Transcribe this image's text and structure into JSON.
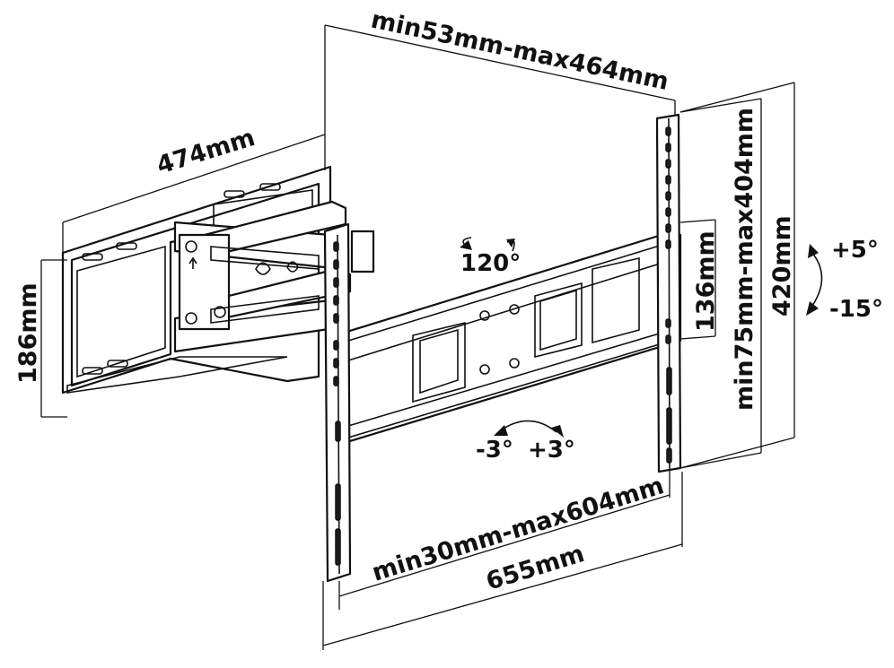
{
  "dimensions": {
    "top_width_range": "min53mm-max464mm",
    "arm_length": "474mm",
    "wall_plate_height": "186mm",
    "vertical_hole_range": "min75mm-max404mm",
    "plate_height_total": "420mm",
    "inner_height": "136mm",
    "horizontal_hole_range": "min30mm-max604mm",
    "total_width": "655mm"
  },
  "angles": {
    "swivel": "120°",
    "tilt_up": "+5°",
    "tilt_down": "-15°",
    "rotate_left": "-3°",
    "rotate_right": "+3°"
  }
}
